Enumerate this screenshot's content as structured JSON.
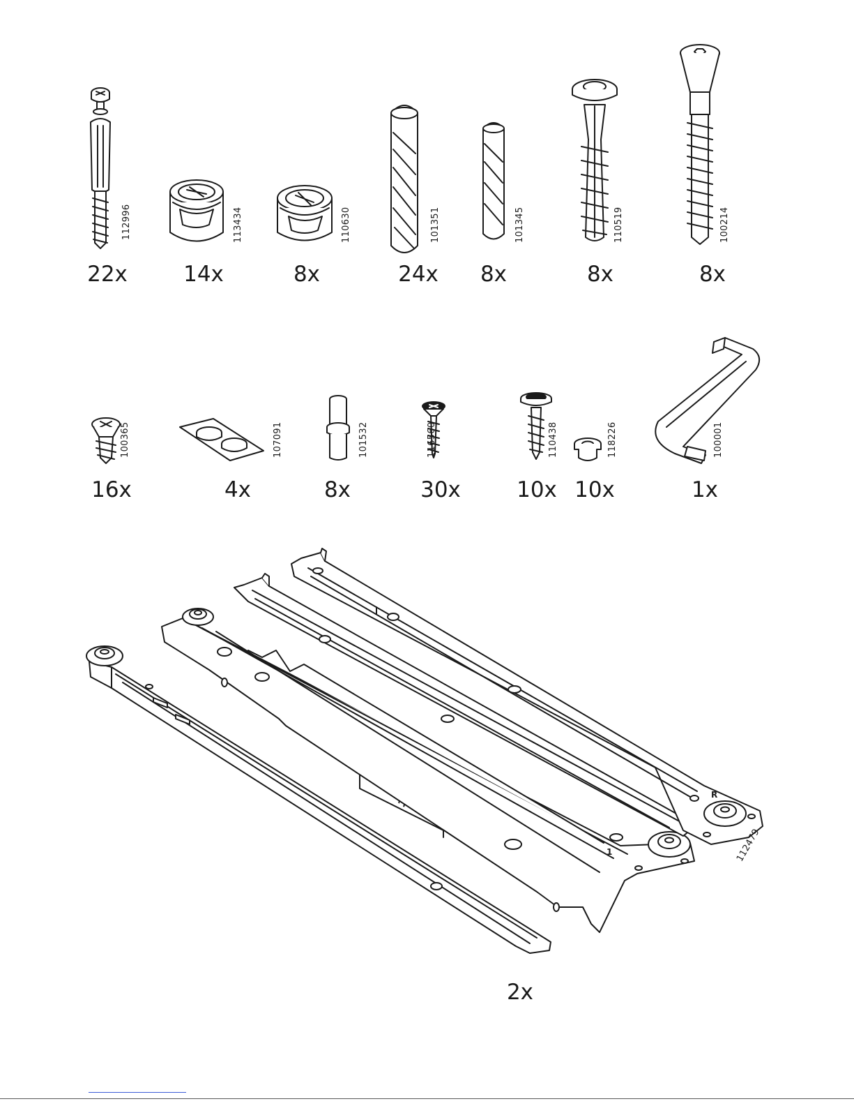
{
  "parts": [
    {
      "id": "p1",
      "code": "112996",
      "qty": "22x",
      "icon": "cam-bolt-icon"
    },
    {
      "id": "p2",
      "code": "113434",
      "qty": "14x",
      "icon": "cam-lock-icon"
    },
    {
      "id": "p3",
      "code": "110630",
      "qty": "8x",
      "icon": "cam-lock-small-icon"
    },
    {
      "id": "p4",
      "code": "101351",
      "qty": "24x",
      "icon": "wood-dowel-large-icon"
    },
    {
      "id": "p5",
      "code": "101345",
      "qty": "8x",
      "icon": "wood-dowel-small-icon"
    },
    {
      "id": "p6",
      "code": "110519",
      "qty": "8x",
      "icon": "expansion-plug-screw-icon"
    },
    {
      "id": "p7",
      "code": "100214",
      "qty": "8x",
      "icon": "long-hex-screw-icon"
    },
    {
      "id": "p8",
      "code": "100365",
      "qty": "16x",
      "icon": "short-screw-icon"
    },
    {
      "id": "p9",
      "code": "107091",
      "qty": "4x",
      "icon": "felt-pad-sheet-icon"
    },
    {
      "id": "p10",
      "code": "101532",
      "qty": "8x",
      "icon": "shelf-pin-icon"
    },
    {
      "id": "p11",
      "code": "116560",
      "qty": "30x",
      "icon": "small-wood-screw-icon"
    },
    {
      "id": "p12",
      "code": "110438",
      "qty": "10x",
      "icon": "wood-screw-icon"
    },
    {
      "id": "p13",
      "code": "118226",
      "qty": "10x",
      "icon": "plastic-bushing-icon"
    },
    {
      "id": "p14",
      "code": "100001",
      "qty": "1x",
      "icon": "allen-key-icon"
    }
  ],
  "rails": {
    "code": "112479",
    "qty": "2x",
    "marks": [
      "1",
      "R"
    ],
    "icon": "drawer-rail-icon"
  }
}
